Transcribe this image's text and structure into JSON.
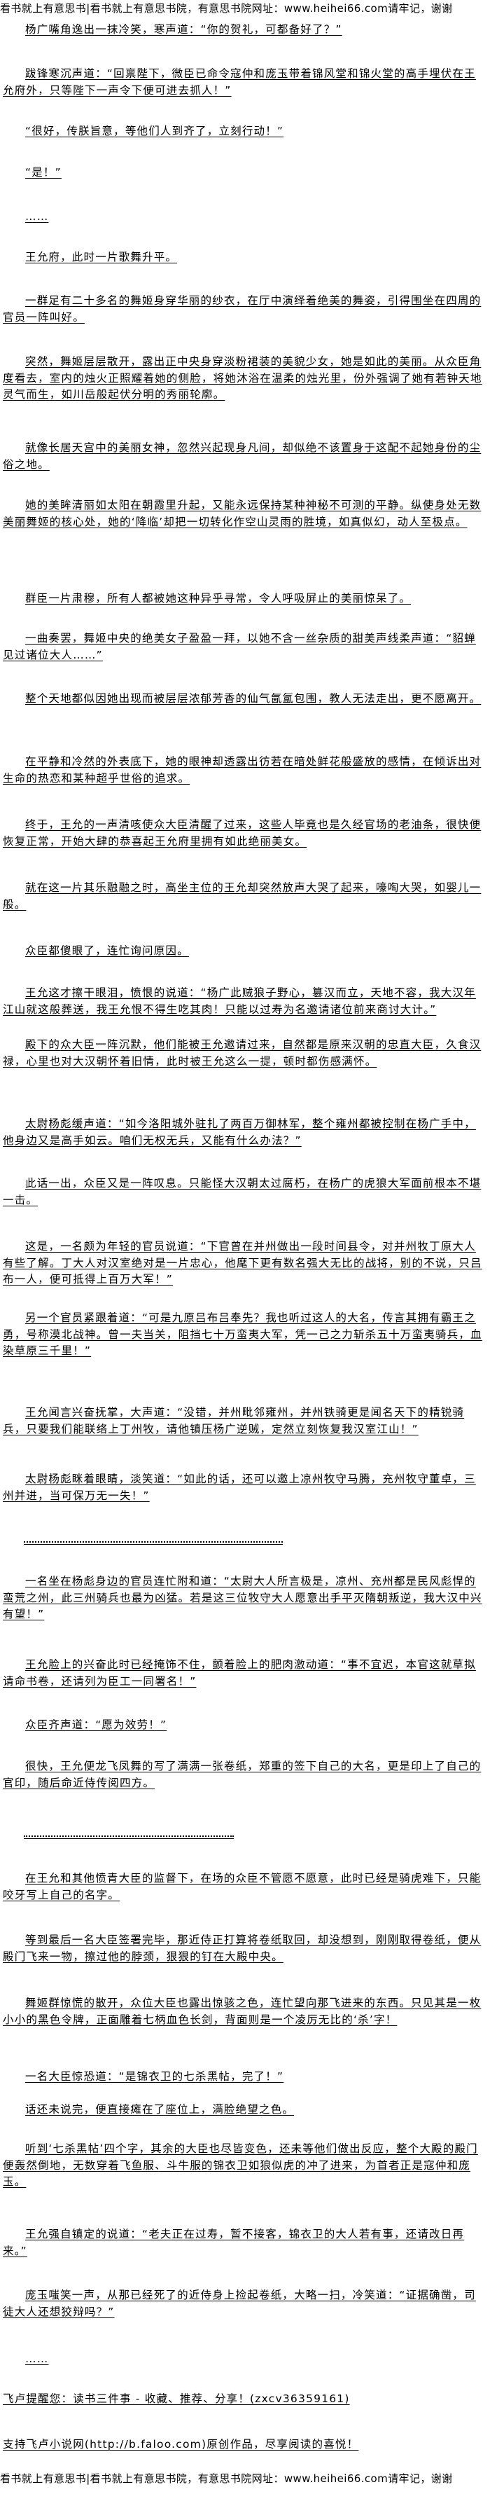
{
  "site_banner": "看书就上有意思书|看书就上有意思书院，有意思书院网址：www.heihei66.com请牢记，谢谢",
  "paragraphs": [
    "杨广嘴角逸出一抹冷笑，寒声道：“你的贺礼，可都备好了？”",
    "跋锋寒沉声道：“回禀陛下，微臣已命令寇仲和庞玉带着锦风堂和锦火堂的高手埋伏在王允府外，只等陛下一声令下便可进去抓人！”",
    "“很好，传朕旨意，等他们人到齐了，立刻行动！”",
    "“是！”",
    "……",
    "王允府，此时一片歌舞升平。",
    "一群足有二十多名的舞姬身穿华丽的纱衣，在厅中演绎着绝美的舞姿，引得围坐在四周的官员一阵叫好。",
    "突然，舞姬层层散开，露出正中央身穿淡粉裙装的美貌少女，她是如此的美丽。从众臣角度看去，室内的烛火正照耀着她的侧脸，将她沐浴在温柔的烛光里，份外强调了她有若钟天地灵气而生，如川岳般起伏分明的秀丽轮廓。",
    "就像长居天宫中的美丽女神，忽然兴起现身凡间，却似绝不该置身于这配不起她身份的尘俗之地。",
    "她的美眸清丽如太阳在朝霞里升起，又能永远保持某种神秘不可测的平静。纵使身处无数美丽舞姬的核心处，她的‘降临’却把一切转化作空山灵雨的胜境，如真似幻，动人至极点。",
    "群臣一片肃穆，所有人都被她这种异乎寻常，令人呼吸屏止的美丽惊呆了。",
    "一曲奏罢，舞姬中央的绝美女子盈盈一拜，以她不含一丝杂质的甜美声线柔声道：“貂蝉见过诸位大人……”",
    "整个天地都似因她出现而被层层浓郁芳香的仙气氤氲包围，教人无法走出，更不愿离开。",
    "在平静和冷然的外表底下，她的眼神却透露出彷若在暗处鲜花般盛放的感情，在倾诉出对生命的热恋和某种超乎世俗的追求。",
    "终于，王允的一声清咳使众大臣清醒了过来，这些人毕竟也是久经官场的老油条，很快便恢复正常，开始大肆的恭喜起王允府里拥有如此绝丽美女。",
    "就在这一片其乐融融之时，高坐主位的王允却突然放声大哭了起来，嚎啕大哭，如婴儿一般。",
    "众臣都傻眼了，连忙询问原因。",
    "王允这才擦干眼泪，愤恨的说道：“杨广此贼狼子野心，篡汉而立，天地不容，我大汉年江山就这般葬送，我王允恨不得生吃其肉！只能以过寿为名邀请诸位前来商讨大计。”",
    "殿下的众大臣一阵沉默，他们能被王允邀请过来，自然都是原来汉朝的忠直大臣，久食汉禄，心里也对大汉朝怀着旧情，此时被王允这么一提，顿时都伤感满怀。",
    "太尉杨彪缓声道：“如今洛阳城外驻扎了两百万御林军，整个雍州都被控制在杨广手中，他身边又是高手如云。咱们无权无兵，又能有什么办法？”",
    "此话一出，众臣又是一阵叹息。只能怪大汉朝太过腐朽，在杨广的虎狼大军面前根本不堪一击。",
    "这是，一名颇为年轻的官员说道：“下官曾在并州做出一段时间县令，对并州牧丁原大人有些了解。丁大人对汉室绝对是一片忠心，他麾下更有数名强大无比的战将，别的不说，只吕布一人，便可抵得上百万大军！”",
    "另一个官员紧跟着道：“可是九原吕布吕奉先？我也听过这人的大名，传言其拥有霸王之勇，号称漠北战神。曾一夫当关，阻挡七十万蛮夷大军，凭一己之力斩杀五十万蛮夷骑兵，血染草原三千里！”",
    "王允闻言兴奋抚掌，大声道：“没错，并州毗邻雍州，并州铁骑更是闻名天下的精锐骑兵，只要我们能联络上丁州牧，请他镇压杨广逆贼，定然立刻恢复我汉室江山！”",
    "太尉杨彪眯着眼睛，淡笑道：“如此的话，还可以邀上凉州牧守马腾，充州牧守董卓，三州并进，当可保万无一失！”",
    "一名坐在杨彪身边的官员连忙附和道：“太尉大人所言极是，凉州、充州都是民风彪悍的蛮荒之州，此三州骑兵也最为凶猛。若是这三位牧守大人愿意出手平灭隋朝叛逆，我大汉中兴有望！”",
    "王允脸上的兴奋此时已经掩饰不住，颤着脸上的肥肉激动道：“事不宜迟，本官这就草拟请命书卷，还请列为臣工一同署名！”",
    "众臣齐声道：“愿为效劳！”",
    "很快，王允便龙飞凤舞的写了满满一张卷纸，郑重的签下自己的大名，更是印上了自己的官印，随后命近侍传阅四方。",
    "在王允和其他愤青大臣的监督下，在场的众臣不管愿不愿意，此时已经是骑虎难下，只能咬牙写上自己的名字。",
    "等到最后一名大臣签署完毕，那近侍正打算将卷纸取回，却没想到，刚刚取得卷纸，便从殿门飞来一物，擦过他的脖颈，狠狠的钉在大殿中央。",
    "舞姬群惊慌的散开，众位大臣也露出惊骇之色，连忙望向那飞进来的东西。只见其是一枚小小的黑色令牌，正面雕着七柄血色长剑，背面则是一个凌厉无比的‘杀’字！",
    "一名大臣惊恐道：“是锦衣卫的七杀黑帖，完了！”",
    "话还未说完，便直接瘫在了座位上，满脸绝望之色。",
    "听到‘七杀黑帖’四个字，其余的大臣也尽皆变色，还未等他们做出反应，整个大殿的殿门便轰然倒地，无数穿着飞鱼服、斗牛服的锦衣卫如狼似虎的冲了进来，为首者正是寇仲和庞玉。",
    "王允强自镇定的说道：“老夫正在过寿，暂不接客，锦衣卫的大人若有事，还请改日再来。”",
    "庞玉嗤笑一声，从那已经死了的近侍身上捡起卷纸，大略一扫，冷笑道：“证据确凿，司徒大人还想狡辩吗？”",
    "……"
  ],
  "footer_notes": {
    "reminder": "飞卢提醒您：读书三件事 - 收藏、推荐、分享！(zxcv36359161)",
    "support": "支持飞卢小说网(http://b.faloo.com)原创作品，尽享阅读的喜悦！"
  }
}
